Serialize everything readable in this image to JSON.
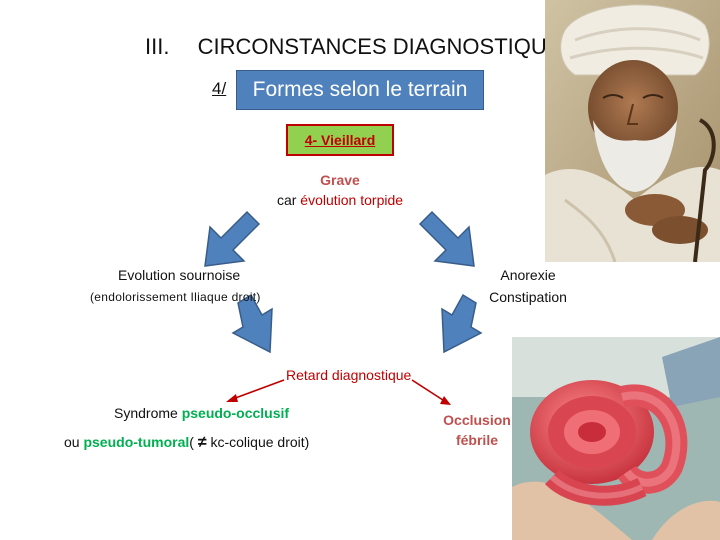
{
  "header": {
    "section_number": "III.",
    "section_title": "CIRCONSTANCES DIAGNOSTIQUES",
    "sub_number": "4/",
    "sub_title": "Formes selon le terrain"
  },
  "terrain": {
    "label": "4- Vieillard"
  },
  "top_node": {
    "grave": "Grave",
    "car": "car",
    "evolution": "évolution torpide"
  },
  "left_node": {
    "main": "Evolution sournoise",
    "sub": "(endolorissement Iliaque droit)"
  },
  "right_node": {
    "line1": "Anorexie",
    "line2": "Constipation"
  },
  "center_node": {
    "text": "Retard diagnostique"
  },
  "syndrome": {
    "prefix": "Syndrome",
    "occlusif": "pseudo-occlusif",
    "ou": "ou",
    "tumoral": "pseudo-tumoral",
    "paren_open": "(",
    "neq": "≠",
    "rest": "kc-colique droit)"
  },
  "occlusion": {
    "line1": "Occlusion",
    "line2": "fébrile"
  },
  "images": {
    "portrait": "elderly-man-portrait",
    "surgery": "bowel-occlusion-surgery-photo"
  },
  "colors": {
    "terrain_box": "#4f81bd",
    "age_box_fill": "#92d050",
    "age_box_border": "#c00000",
    "arrow_fill": "#4f81bd",
    "highlight_red": "#c00000",
    "highlight_green": "#00b050"
  }
}
